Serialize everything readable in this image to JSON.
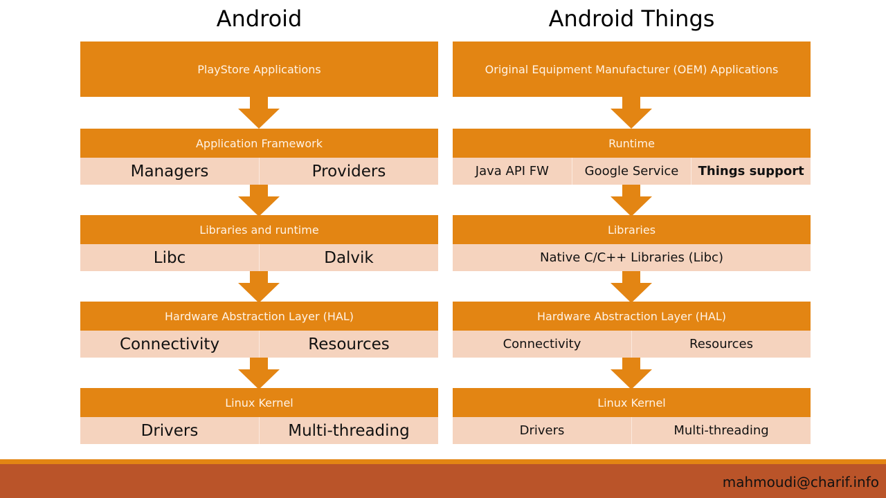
{
  "left": {
    "title": "Android",
    "top": "PlayStore Applications",
    "layers": [
      {
        "header": "Application Framework",
        "cells": [
          {
            "text": "Managers"
          },
          {
            "text": "Providers"
          }
        ]
      },
      {
        "header": "Libraries and runtime",
        "cells": [
          {
            "text": "Libc"
          },
          {
            "text": "Dalvik"
          }
        ]
      },
      {
        "header": "Hardware Abstraction Layer (HAL)",
        "cells": [
          {
            "text": "Connectivity"
          },
          {
            "text": "Resources"
          }
        ]
      },
      {
        "header": "Linux Kernel",
        "cells": [
          {
            "text": "Drivers"
          },
          {
            "text": "Multi-threading"
          }
        ]
      }
    ]
  },
  "right": {
    "title": "Android Things",
    "top": "Original Equipment Manufacturer (OEM) Applications",
    "layers": [
      {
        "header": "Runtime",
        "cells": [
          {
            "text": "Java API FW"
          },
          {
            "text": "Google Service"
          },
          {
            "text": "Things support",
            "bold": true
          }
        ]
      },
      {
        "header": "Libraries",
        "cells": [
          {
            "text": "Native C/C++ Libraries (Libc)"
          }
        ]
      },
      {
        "header": "Hardware Abstraction Layer (HAL)",
        "cells": [
          {
            "text": "Connectivity"
          },
          {
            "text": "Resources"
          }
        ]
      },
      {
        "header": "Linux Kernel",
        "cells": [
          {
            "text": "Drivers"
          },
          {
            "text": "Multi-threading"
          }
        ]
      }
    ]
  },
  "footer": {
    "email": "mahmoudi@charif.info"
  },
  "colors": {
    "orange": "#E38513",
    "light": "#F5D3BE",
    "footer": "#BA5429"
  }
}
